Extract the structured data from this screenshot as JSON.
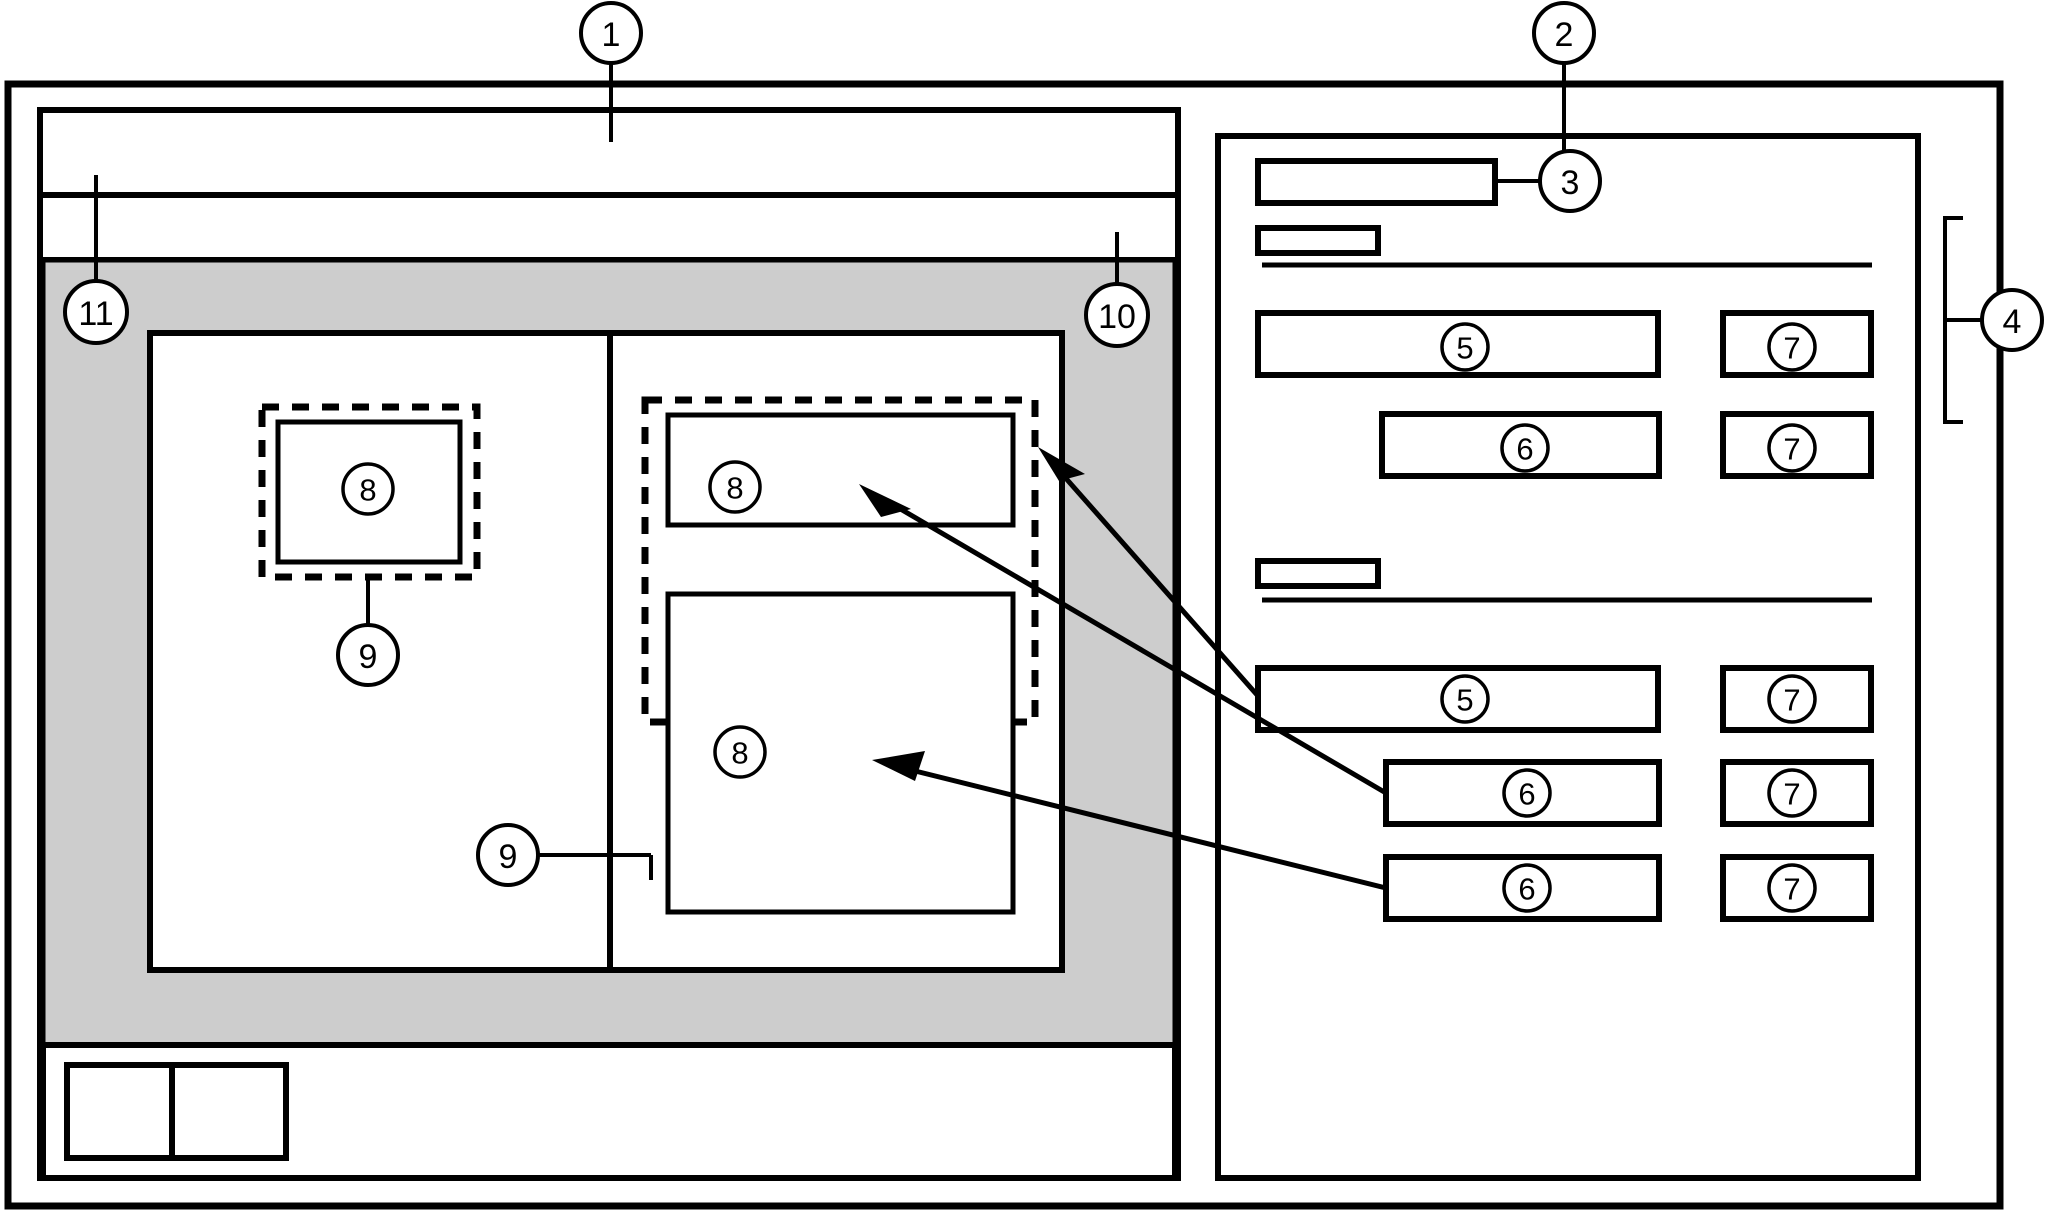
{
  "figure": {
    "title": "User interface schematic with numbered callouts",
    "line_color": "#000000",
    "background_color": "#ffffff",
    "shaded_color": "#cdcdcd"
  },
  "callouts": [
    {
      "id": "1",
      "label": "1",
      "target": "outer-window-frame"
    },
    {
      "id": "2",
      "label": "2",
      "target": "right-panel"
    },
    {
      "id": "3",
      "label": "3",
      "target": "right-panel-title-field"
    },
    {
      "id": "4",
      "label": "4",
      "target": "right-panel-section-group-bracket"
    },
    {
      "id": "5a",
      "label": "5",
      "target": "section-one-primary-row"
    },
    {
      "id": "6a",
      "label": "6",
      "target": "section-one-secondary-row"
    },
    {
      "id": "7a",
      "label": "7",
      "target": "section-one-action-one"
    },
    {
      "id": "7b",
      "label": "7",
      "target": "section-one-action-two"
    },
    {
      "id": "5b",
      "label": "5",
      "target": "section-two-primary-row"
    },
    {
      "id": "6b",
      "label": "6",
      "target": "section-two-secondary-row-one"
    },
    {
      "id": "6c",
      "label": "6",
      "target": "section-two-secondary-row-two"
    },
    {
      "id": "7c",
      "label": "7",
      "target": "section-two-action-one"
    },
    {
      "id": "7d",
      "label": "7",
      "target": "section-two-action-two"
    },
    {
      "id": "7e",
      "label": "7",
      "target": "section-two-action-three"
    },
    {
      "id": "8a",
      "label": "8",
      "target": "left-column-content-tile"
    },
    {
      "id": "8b",
      "label": "8",
      "target": "right-column-content-tile-top"
    },
    {
      "id": "8c",
      "label": "8",
      "target": "right-column-content-tile-bottom"
    },
    {
      "id": "9a",
      "label": "9",
      "target": "left-column-selection-outline"
    },
    {
      "id": "9b",
      "label": "9",
      "target": "right-column-selection-outline"
    },
    {
      "id": "10",
      "label": "10",
      "target": "canvas-shaded-margin"
    },
    {
      "id": "11",
      "label": "11",
      "target": "left-panel-toolbar"
    }
  ],
  "left_panel": {
    "name": "application-window",
    "title_bar": {
      "name": "title-bar"
    },
    "toolbar": {
      "name": "toolbar-strip"
    },
    "canvas": {
      "name": "canvas-area",
      "shaded_margin": {
        "name": "shaded-margin"
      },
      "columns": [
        {
          "name": "left-column",
          "tiles": [
            {
              "badge": "8",
              "selected": true
            }
          ]
        },
        {
          "name": "right-column",
          "tiles": [
            {
              "badge": "8",
              "selected": true
            },
            {
              "badge": "8",
              "selected": true
            }
          ]
        }
      ]
    },
    "status_bar": {
      "name": "status-bar",
      "cells": [
        {
          "name": "status-cell-one"
        },
        {
          "name": "status-cell-two"
        }
      ]
    }
  },
  "right_panel": {
    "name": "inspector-panel",
    "title_field": {
      "name": "panel-title-field",
      "badge": "3"
    },
    "sections": [
      {
        "name": "section-one",
        "heading_chip": {
          "name": "section-heading-chip"
        },
        "divider": {
          "name": "section-divider"
        },
        "rows": [
          {
            "name": "primary-row",
            "badge": "5",
            "width": "wide",
            "indent": "none",
            "action": {
              "name": "action-button",
              "badge": "7"
            }
          },
          {
            "name": "secondary-row",
            "badge": "6",
            "width": "medium",
            "indent": "one",
            "action": {
              "name": "action-button",
              "badge": "7"
            }
          }
        ]
      },
      {
        "name": "section-two",
        "heading_chip": {
          "name": "section-heading-chip"
        },
        "divider": {
          "name": "section-divider"
        },
        "rows": [
          {
            "name": "primary-row",
            "badge": "5",
            "width": "wide",
            "indent": "none",
            "action": {
              "name": "action-button",
              "badge": "7"
            }
          },
          {
            "name": "secondary-row-one",
            "badge": "6",
            "width": "medium",
            "indent": "one",
            "action": {
              "name": "action-button",
              "badge": "7"
            }
          },
          {
            "name": "secondary-row-two",
            "badge": "6",
            "width": "medium",
            "indent": "one",
            "action": {
              "name": "action-button",
              "badge": "7"
            }
          }
        ]
      }
    ],
    "group_bracket": {
      "name": "group-bracket",
      "badge": "4"
    }
  },
  "connectors": [
    {
      "name": "connector-section-one-primary-to-right-tile-top",
      "from": "section-one-primary-row",
      "to": "right-column-selection-outline"
    },
    {
      "name": "connector-section-two-secondary-one-to-tile-top",
      "from": "section-two-secondary-row-one",
      "to": "right-column-content-tile-top"
    },
    {
      "name": "connector-section-two-secondary-two-to-tile-bottom",
      "from": "section-two-secondary-row-two",
      "to": "right-column-content-tile-bottom"
    }
  ]
}
